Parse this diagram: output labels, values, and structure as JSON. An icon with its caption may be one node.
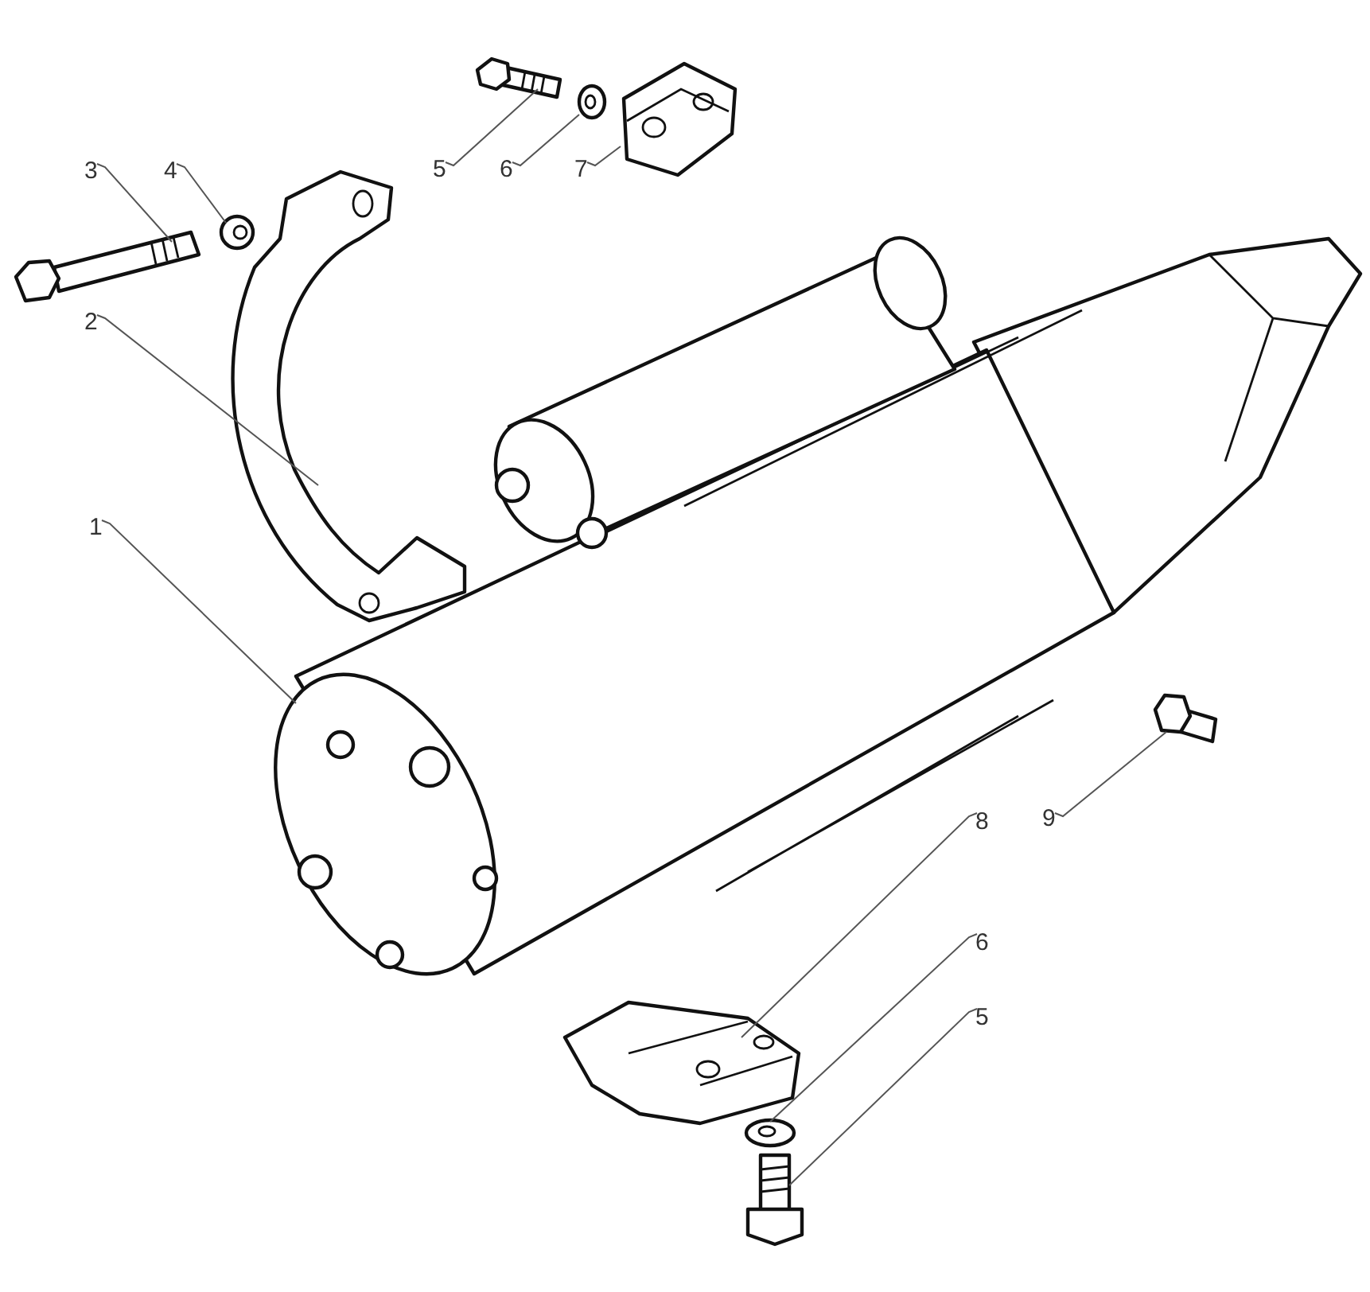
{
  "diagram": {
    "nodes": [
      {
        "text": [
          "5"
        ]
      },
      {
        "text": [
          "6"
        ]
      },
      {
        "text": [
          "7"
        ]
      },
      {
        "text": [
          "3"
        ]
      },
      {
        "text": [
          "4"
        ]
      },
      {
        "text": [
          "2"
        ]
      },
      {
        "text": [
          "1"
        ]
      },
      {
        "text": [
          "9"
        ]
      },
      {
        "text": [
          "8"
        ]
      },
      {
        "text": [
          "6"
        ]
      },
      {
        "text": [
          "5"
        ]
      },
      {
        "text": [],
        "shape": "picture"
      },
      {
        "text": [],
        "shape": "picture"
      },
      {
        "text": [],
        "shape": "picture"
      },
      {
        "text": [],
        "shape": "picture"
      },
      {
        "text": [],
        "shape": "picture"
      },
      {
        "text": [],
        "shape": "picture"
      },
      {
        "text": [],
        "shape": "picture"
      },
      {
        "text": [],
        "shape": "picture"
      },
      {
        "text": [],
        "shape": "picture"
      },
      {
        "text": [],
        "shape": "picture"
      },
      {
        "text": [],
        "shape": "picture"
      }
    ],
    "edges": [
      {
        "from": 0,
        "to": 11,
        "arrow": "none"
      },
      {
        "from": 1,
        "to": 12,
        "arrow": "none"
      },
      {
        "from": 2,
        "to": 13,
        "arrow": "none"
      },
      {
        "from": 3,
        "to": 14,
        "arrow": "none"
      },
      {
        "from": 4,
        "to": 15,
        "arrow": "none"
      },
      {
        "from": 5,
        "to": 16,
        "arrow": "none"
      },
      {
        "from": 6,
        "to": 17,
        "arrow": "none"
      },
      {
        "from": 7,
        "to": 18,
        "arrow": "none"
      },
      {
        "from": 8,
        "to": 19,
        "arrow": "none"
      },
      {
        "from": 9,
        "to": 20,
        "arrow": "none"
      },
      {
        "from": 10,
        "to": 21,
        "arrow": "none"
      }
    ]
  }
}
